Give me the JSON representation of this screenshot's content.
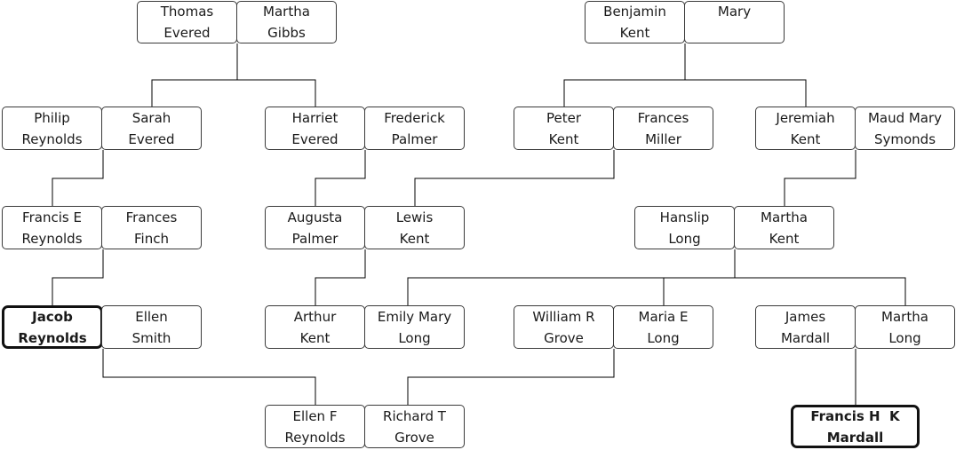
{
  "colors": {
    "background": "#ffffff",
    "box_border": "#3a3a3a",
    "line": "#000000",
    "text": "#1a1a1a"
  },
  "people": {
    "thomas_evered": {
      "line1": "Thomas",
      "line2": "Evered"
    },
    "martha_gibbs": {
      "line1": "Martha",
      "line2": "Gibbs"
    },
    "benjamin_kent": {
      "line1": "Benjamin",
      "line2": "Kent"
    },
    "mary": {
      "line1": "Mary",
      "line2": ""
    },
    "philip_reynolds": {
      "line1": "Philip",
      "line2": "Reynolds"
    },
    "sarah_evered": {
      "line1": "Sarah",
      "line2": "Evered"
    },
    "harriet_evered": {
      "line1": "Harriet",
      "line2": "Evered"
    },
    "frederick_palmer": {
      "line1": "Frederick",
      "line2": "Palmer"
    },
    "peter_kent": {
      "line1": "Peter",
      "line2": "Kent"
    },
    "frances_miller": {
      "line1": "Frances",
      "line2": "Miller"
    },
    "jeremiah_kent": {
      "line1": "Jeremiah",
      "line2": "Kent"
    },
    "maud_mary_symonds": {
      "line1": "Maud Mary",
      "line2": "Symonds"
    },
    "francis_e_reynolds": {
      "line1": "Francis E",
      "line2": "Reynolds"
    },
    "frances_finch": {
      "line1": "Frances",
      "line2": "Finch"
    },
    "augusta_palmer": {
      "line1": "Augusta",
      "line2": "Palmer"
    },
    "lewis_kent": {
      "line1": "Lewis",
      "line2": "Kent"
    },
    "hanslip_long": {
      "line1": "Hanslip",
      "line2": "Long"
    },
    "martha_kent": {
      "line1": "Martha",
      "line2": "Kent"
    },
    "jacob_reynolds": {
      "line1": "Jacob",
      "line2": "Reynolds"
    },
    "ellen_smith": {
      "line1": "Ellen",
      "line2": "Smith"
    },
    "arthur_kent": {
      "line1": "Arthur",
      "line2": "Kent"
    },
    "emily_mary_long": {
      "line1": "Emily Mary",
      "line2": "Long"
    },
    "william_r_grove": {
      "line1": "William R",
      "line2": "Grove"
    },
    "maria_e_long": {
      "line1": "Maria E",
      "line2": "Long"
    },
    "james_mardall": {
      "line1": "James",
      "line2": "Mardall"
    },
    "martha_long": {
      "line1": "Martha",
      "line2": "Long"
    },
    "ellen_f_reynolds": {
      "line1": "Ellen F",
      "line2": "Reynolds"
    },
    "richard_t_grove": {
      "line1": "Richard T",
      "line2": "Grove"
    },
    "francis_h_k_mardall": {
      "line1": "Francis H  K",
      "line2": "Mardall"
    }
  }
}
